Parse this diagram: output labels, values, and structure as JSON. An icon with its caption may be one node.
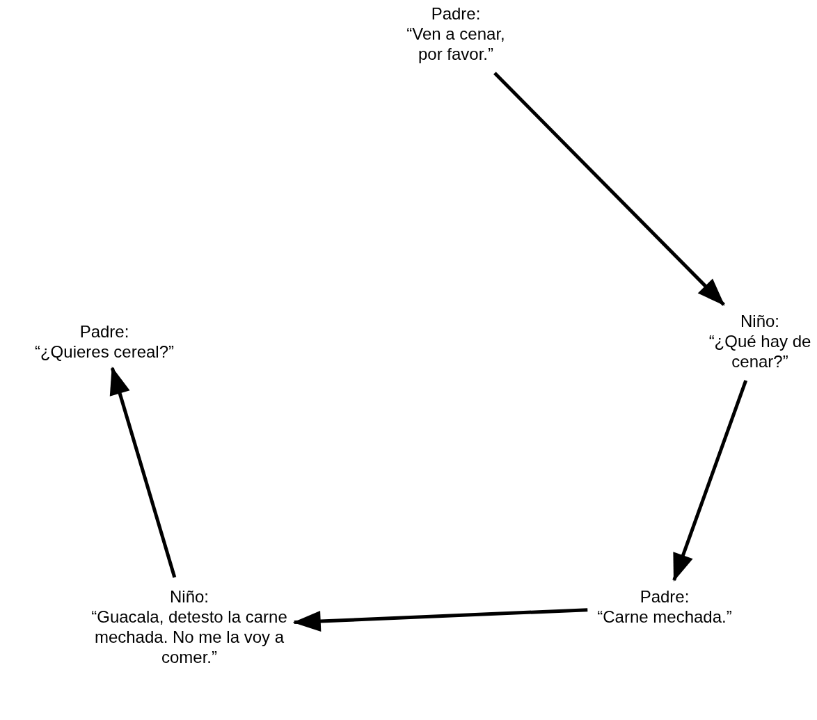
{
  "diagram": {
    "nodes": [
      {
        "text": [
          "Padre:",
          "“Ven a cenar, por favor.”"
        ]
      },
      {
        "text": [
          "Niño:",
          "“¿Qué hay de cenar?”"
        ]
      },
      {
        "text": [
          "Padre:",
          "“Carne mechada.”"
        ]
      },
      {
        "text": [
          "Niño:",
          "“Guacala, detesto la carne mechada. No me la voy a comer.”"
        ]
      },
      {
        "text": [
          "Padre:",
          "“¿Quieres cereal?”"
        ]
      }
    ],
    "edges": [
      {
        "from": 0,
        "to": 1,
        "arrow": "to"
      },
      {
        "from": 1,
        "to": 2,
        "arrow": "to"
      },
      {
        "from": 2,
        "to": 3,
        "arrow": "to"
      },
      {
        "from": 3,
        "to": 4,
        "arrow": "to"
      }
    ]
  }
}
